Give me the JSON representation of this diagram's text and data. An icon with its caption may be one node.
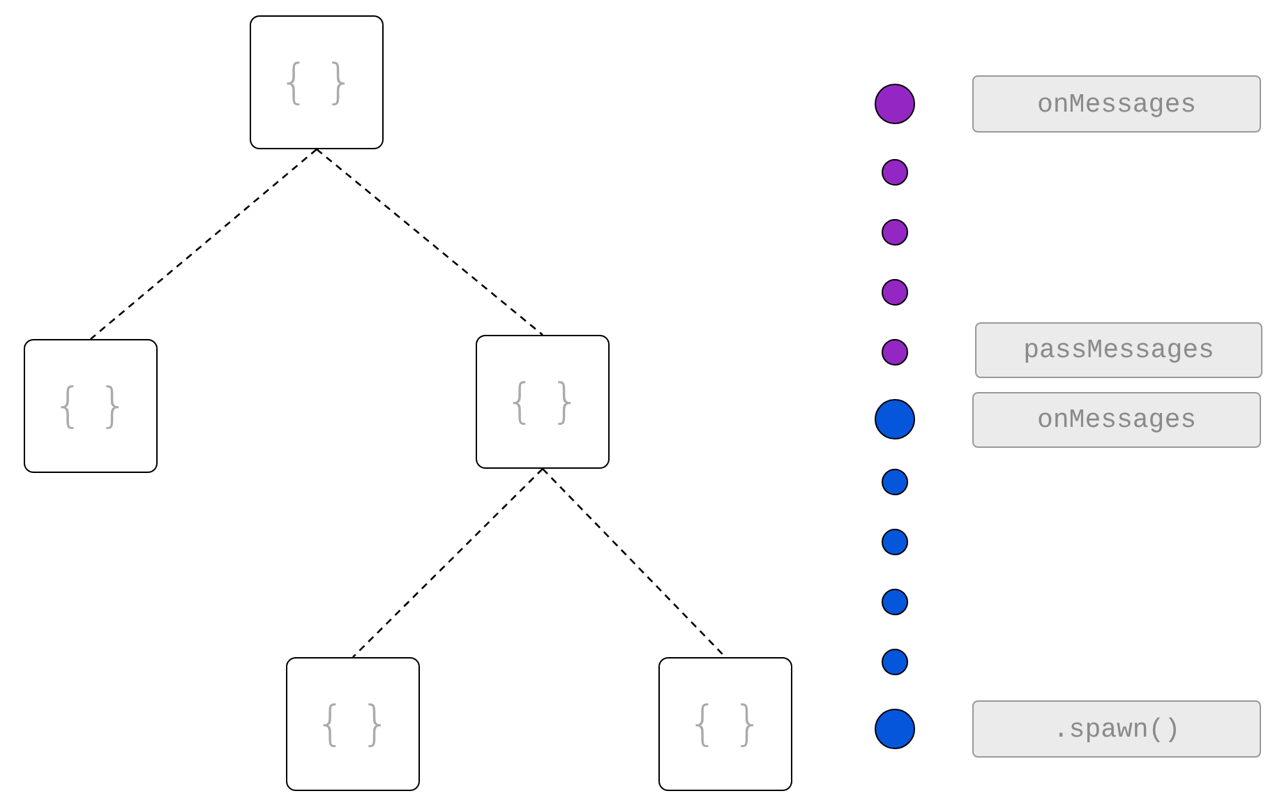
{
  "diagram": {
    "nodes": [
      {
        "text": [
          "{ }"
        ]
      },
      {
        "text": [
          "{ }"
        ]
      },
      {
        "text": [
          "{ }"
        ]
      },
      {
        "text": [
          "{ }"
        ]
      },
      {
        "text": [
          "{ }"
        ]
      },
      {
        "text": [],
        "shape": "circle"
      },
      {
        "text": [
          "onMessages"
        ]
      },
      {
        "text": [],
        "shape": "circle"
      },
      {
        "text": [],
        "shape": "circle"
      },
      {
        "text": [],
        "shape": "circle"
      },
      {
        "text": [],
        "shape": "circle"
      },
      {
        "text": [
          "passMessages"
        ]
      },
      {
        "text": [],
        "shape": "circle"
      },
      {
        "text": [
          "onMessages"
        ]
      },
      {
        "text": [],
        "shape": "circle"
      },
      {
        "text": [],
        "shape": "circle"
      },
      {
        "text": [],
        "shape": "circle"
      },
      {
        "text": [],
        "shape": "circle"
      },
      {
        "text": [],
        "shape": "circle"
      },
      {
        "text": [
          ".spawn()"
        ]
      }
    ],
    "edges": [
      {
        "from": 0,
        "to": 1,
        "arrow": "none",
        "style": "dashed"
      },
      {
        "from": 0,
        "to": 2,
        "arrow": "none",
        "style": "dashed"
      },
      {
        "from": 2,
        "to": 3,
        "arrow": "none",
        "style": "dashed"
      },
      {
        "from": 2,
        "to": 4,
        "arrow": "none",
        "style": "dashed"
      }
    ]
  }
}
